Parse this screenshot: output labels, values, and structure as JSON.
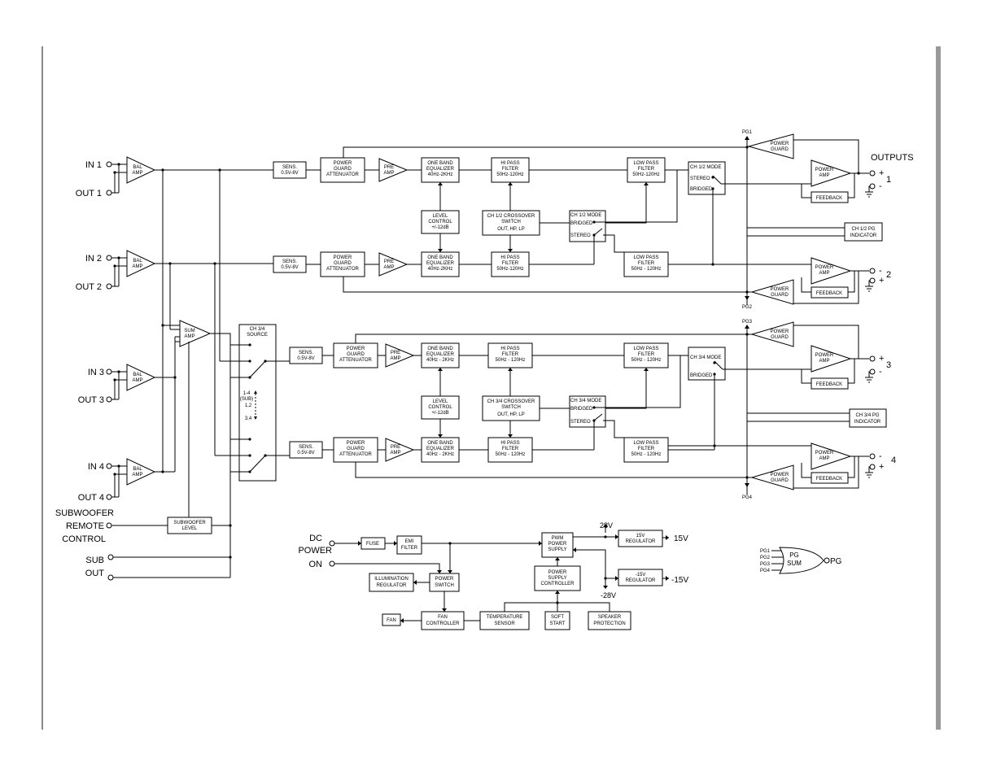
{
  "inputs": {
    "in1": "IN 1",
    "out1": "OUT 1",
    "in2": "IN 2",
    "out2": "OUT 2",
    "in3": "IN 3",
    "out3": "OUT 3",
    "in4": "IN 4",
    "out4": "OUT 4",
    "sub_remote": [
      "SUBWOOFER",
      "REMOTE",
      "CONTROL"
    ],
    "sub_out": [
      "SUB",
      "OUT"
    ]
  },
  "blocks": {
    "bal_amp": [
      "BAL",
      "AMP"
    ],
    "sum_amp": [
      "SUM",
      "AMP"
    ],
    "sens": [
      "SENS.",
      "0.5V-8V"
    ],
    "power_guard_att": [
      "POWER",
      "GUARD",
      "ATTENUATOR"
    ],
    "pre_amp": [
      "PRE",
      "AMP"
    ],
    "eq_a": [
      "ONE BAND",
      "EQUALIZER",
      "40Hz-2KHz"
    ],
    "eq_b": [
      "ONE BAND",
      "EQUALIZER",
      "40Hz - 2KHz"
    ],
    "hpf_a": [
      "HI PASS",
      "FILTER",
      "50Hz-120Hz"
    ],
    "hpf_b": [
      "HI PASS",
      "FILTER",
      "50Hz - 120Hz"
    ],
    "lpf_a": [
      "LOW PASS",
      "FILTER",
      "50Hz-120Hz"
    ],
    "lpf_b": [
      "LOW PASS",
      "FILTER",
      "50Hz - 120Hz"
    ],
    "level_control": [
      "LEVEL",
      "CONTROL",
      "+/-12dB"
    ],
    "xover12": [
      "CH 1/2 CROSSOVER",
      "SWITCH",
      "OUT, HP, LP"
    ],
    "xover34": [
      "CH 3/4 CROSSOVER",
      "SWITCH",
      "OUT, HP, LP"
    ],
    "mode12_title": "CH 1/2 MODE",
    "mode34_title": "CH 3/4 MODE",
    "bridged": "BRIDGED",
    "stereo": "STEREO",
    "power_guard": [
      "POWER",
      "GUARD"
    ],
    "power_amp": [
      "POWER",
      "AMP"
    ],
    "feedback": "FEEDBACK",
    "pg_ind12": [
      "CH 1/2 PG",
      "INDICATOR"
    ],
    "pg_ind34": [
      "CH 3/4 PG",
      "INDICATOR"
    ],
    "source34": [
      "CH 3/4",
      "SOURCE"
    ],
    "source_sel": [
      "1-4",
      "(SUB)",
      "1,2",
      "3,4"
    ],
    "sub_level": [
      "SUBWOOFER",
      "LEVEL"
    ]
  },
  "outputs": {
    "title": "OUTPUTS",
    "ch1": "1",
    "ch2": "2",
    "ch3": "3",
    "ch4": "4",
    "plus": "+",
    "minus": "-"
  },
  "pg_labels": {
    "pg1": "PG1",
    "pg2": "PG2",
    "pg3": "PG3",
    "pg4": "PG4"
  },
  "power_section": {
    "dc_power_on": [
      "DC",
      "POWER",
      "ON"
    ],
    "fuse": "FUSE",
    "emi": [
      "EMI",
      "FILTER"
    ],
    "pwm": [
      "PWM",
      "POWER",
      "SUPPLY"
    ],
    "reg15": [
      "15V",
      "REGULATOR"
    ],
    "regm15": [
      "-15V",
      "REGULATOR"
    ],
    "v28": "28V",
    "vm28": "-28V",
    "v15": "15V",
    "vm15": "-15V",
    "psc": [
      "POWER",
      "SUPPLY",
      "CONTROLLER"
    ],
    "illum": [
      "ILLUMINATION",
      "REGULATOR"
    ],
    "pswitch": [
      "POWER",
      "SWITCH"
    ],
    "fan": "FAN",
    "fanctl": [
      "FAN",
      "CONTROLLER"
    ],
    "temp": [
      "TEMPERATURE",
      "SENSOR"
    ],
    "soft": [
      "SOFT",
      "START"
    ],
    "spk": [
      "SPEAKER",
      "PROTECTION"
    ]
  },
  "pg_sum": {
    "inputs": [
      "PG1",
      "PG2",
      "PG3",
      "PG4"
    ],
    "gate": [
      "PG",
      "SUM"
    ],
    "out": "PG"
  }
}
